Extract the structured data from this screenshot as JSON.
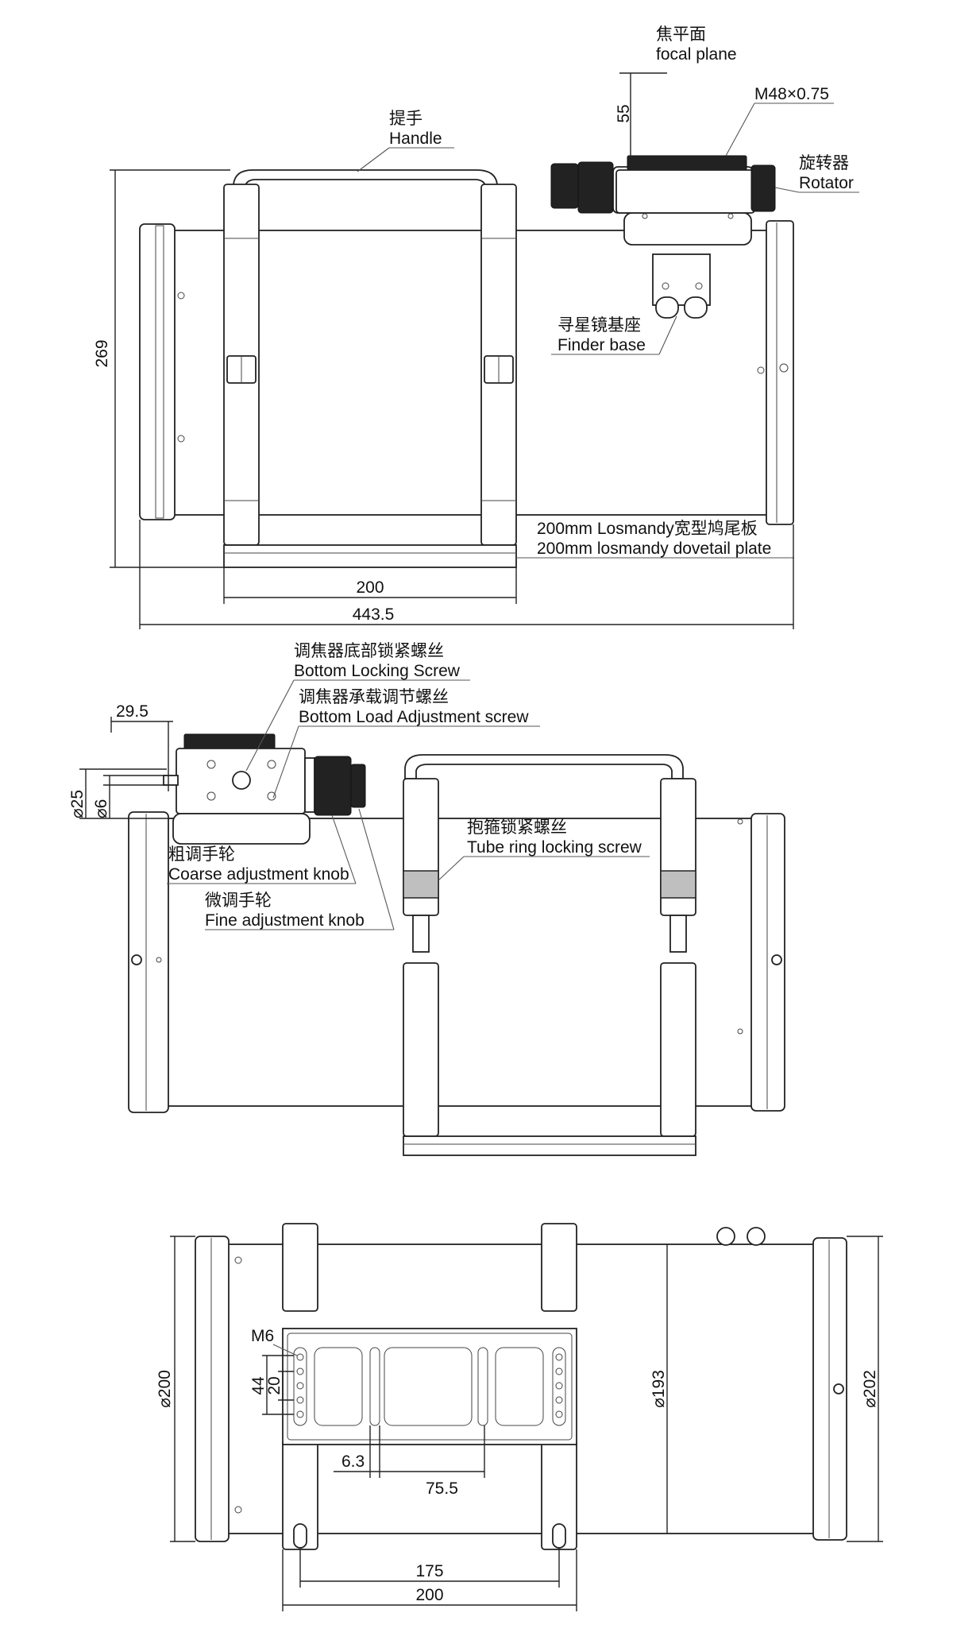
{
  "top_view": {
    "labels": {
      "focal_plane_cn": "焦平面",
      "focal_plane_en": "focal plane",
      "thread_spec": "M48×0.75",
      "handle_cn": "提手",
      "handle_en": "Handle",
      "rotator_cn": "旋转器",
      "rotator_en": "Rotator",
      "finder_base_cn": "寻星镜基座",
      "finder_base_en": "Finder base",
      "dovetail_cn": "200mm Losmandy宽型鸠尾板",
      "dovetail_en": "200mm losmandy  dovetail plate"
    },
    "dimensions": {
      "focal_distance": "55",
      "height": "269",
      "dovetail_length": "200",
      "total_length": "443.5"
    }
  },
  "side_view": {
    "labels": {
      "bottom_locking_cn": "调焦器底部锁紧螺丝",
      "bottom_locking_en": "Bottom Locking Screw",
      "bottom_load_cn": "调焦器承载调节螺丝",
      "bottom_load_en": "Bottom Load Adjustment screw",
      "tube_ring_cn": "抱箍锁紧螺丝",
      "tube_ring_en": "Tube ring locking screw",
      "coarse_cn": "粗调手轮",
      "coarse_en": "Coarse adjustment knob",
      "fine_cn": "微调手轮",
      "fine_en": "Fine adjustment knob"
    },
    "dimensions": {
      "offset": "29.5",
      "dia_25": "⌀25",
      "dia_6": "⌀6"
    }
  },
  "bottom_view": {
    "labels": {
      "thread": "M6"
    },
    "dimensions": {
      "dia_200": "⌀200",
      "dia_193": "⌀193",
      "dia_202": "⌀202",
      "spacing_44": "44",
      "spacing_20": "20",
      "slot_6_3": "6.3",
      "slot_75_5": "75.5",
      "rings_175": "175",
      "plate_200": "200"
    }
  }
}
